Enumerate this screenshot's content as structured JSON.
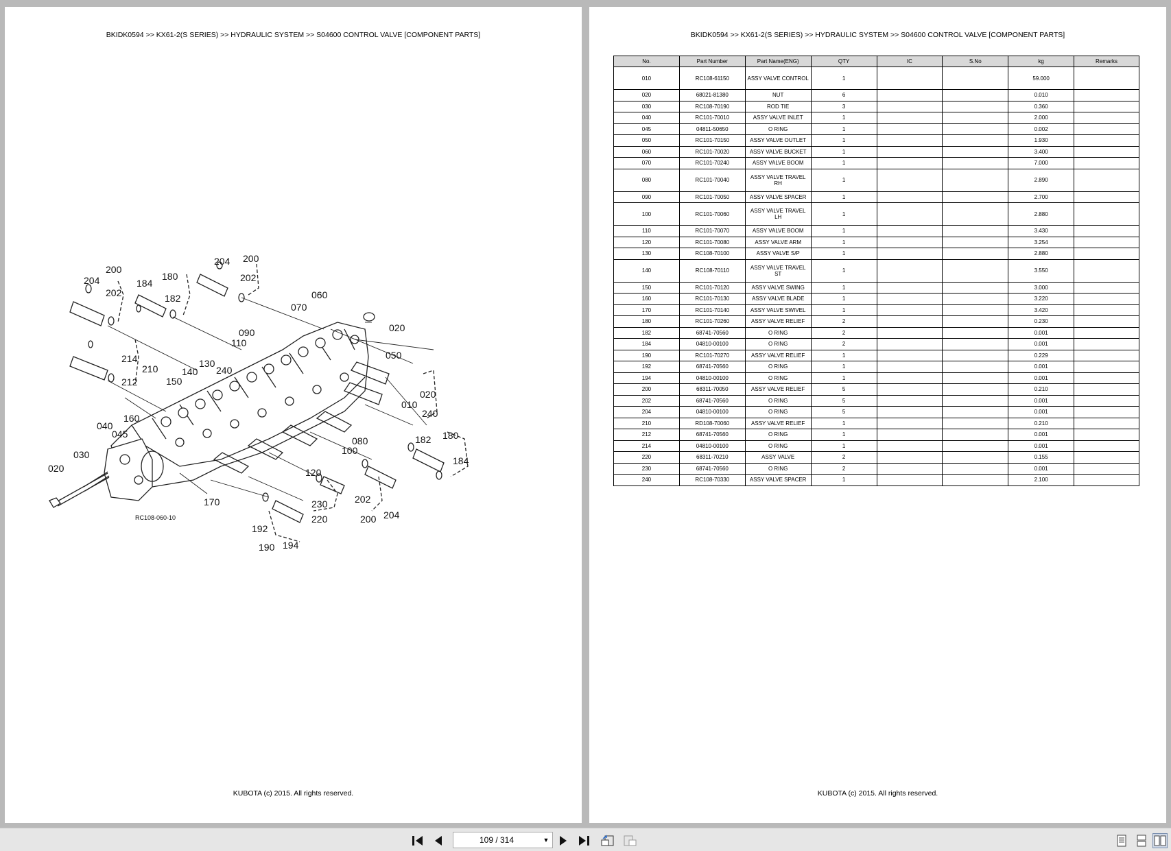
{
  "left_page": {
    "header": "BKIDK0594 >> KX61-2(S SERIES) >> HYDRAULIC SYSTEM >> S04600   CONTROL VALVE [COMPONENT PARTS]",
    "footer": "KUBOTA (c) 2015. All rights reserved.",
    "diagram_code": "RC108-060-10",
    "callouts": [
      "200",
      "204",
      "202",
      "184",
      "180",
      "182",
      "204",
      "200",
      "202",
      "060",
      "070",
      "020",
      "090",
      "110",
      "050",
      "214",
      "210",
      "212",
      "140",
      "130",
      "240",
      "150",
      "020",
      "010",
      "240",
      "160",
      "040",
      "045",
      "030",
      "020",
      "080",
      "100",
      "182",
      "180",
      "184",
      "120",
      "170",
      "202",
      "200",
      "204",
      "230",
      "220",
      "192",
      "190",
      "194"
    ]
  },
  "right_page": {
    "header": "BKIDK0594 >> KX61-2(S SERIES) >> HYDRAULIC SYSTEM >> S04600   CONTROL VALVE [COMPONENT PARTS]",
    "footer": "KUBOTA (c) 2015. All rights reserved.",
    "table": {
      "columns": [
        "No.",
        "Part Number",
        "Part Name(ENG)",
        "QTY",
        "IC",
        "S.No",
        "kg",
        "Remarks"
      ],
      "rows": [
        {
          "no": "010",
          "pn": "RC108-61150",
          "name": "ASSY VALVE CONTROL",
          "qty": "1",
          "kg": "59.000",
          "tall": true
        },
        {
          "no": "020",
          "pn": "68021-81380",
          "name": "NUT",
          "qty": "6",
          "kg": "0.010"
        },
        {
          "no": "030",
          "pn": "RC108-70190",
          "name": "ROD TIE",
          "qty": "3",
          "kg": "0.360"
        },
        {
          "no": "040",
          "pn": "RC101-70010",
          "name": "ASSY VALVE INLET",
          "qty": "1",
          "kg": "2.000"
        },
        {
          "no": "045",
          "pn": "04811-50650",
          "name": "O RING",
          "qty": "1",
          "kg": "0.002"
        },
        {
          "no": "050",
          "pn": "RC101-70150",
          "name": "ASSY VALVE OUTLET",
          "qty": "1",
          "kg": "1.930"
        },
        {
          "no": "060",
          "pn": "RC101-70020",
          "name": "ASSY VALVE BUCKET",
          "qty": "1",
          "kg": "3.400"
        },
        {
          "no": "070",
          "pn": "RC101-70240",
          "name": "ASSY VALVE BOOM",
          "qty": "1",
          "kg": "7.000"
        },
        {
          "no": "080",
          "pn": "RC101-70040",
          "name": "ASSY VALVE TRAVEL RH",
          "qty": "1",
          "kg": "2.890",
          "tall": true
        },
        {
          "no": "090",
          "pn": "RC101-70050",
          "name": "ASSY VALVE SPACER",
          "qty": "1",
          "kg": "2.700"
        },
        {
          "no": "100",
          "pn": "RC101-70060",
          "name": "ASSY VALVE TRAVEL LH",
          "qty": "1",
          "kg": "2.880",
          "tall": true
        },
        {
          "no": "110",
          "pn": "RC101-70070",
          "name": "ASSY VALVE BOOM",
          "qty": "1",
          "kg": "3.430"
        },
        {
          "no": "120",
          "pn": "RC101-70080",
          "name": "ASSY VALVE ARM",
          "qty": "1",
          "kg": "3.254"
        },
        {
          "no": "130",
          "pn": "RC108-70100",
          "name": "ASSY VALVE S/P",
          "qty": "1",
          "kg": "2.880"
        },
        {
          "no": "140",
          "pn": "RC108-70110",
          "name": "ASSY VALVE TRAVEL ST",
          "qty": "1",
          "kg": "3.550",
          "tall": true
        },
        {
          "no": "150",
          "pn": "RC101-70120",
          "name": "ASSY VALVE SWING",
          "qty": "1",
          "kg": "3.000"
        },
        {
          "no": "160",
          "pn": "RC101-70130",
          "name": "ASSY VALVE BLADE",
          "qty": "1",
          "kg": "3.220"
        },
        {
          "no": "170",
          "pn": "RC101-70140",
          "name": "ASSY VALVE SWIVEL",
          "qty": "1",
          "kg": "3.420"
        },
        {
          "no": "180",
          "pn": "RC101-70260",
          "name": "ASSY VALVE RELIEF",
          "qty": "2",
          "kg": "0.230"
        },
        {
          "no": "182",
          "pn": "68741-70560",
          "name": "O RING",
          "qty": "2",
          "kg": "0.001"
        },
        {
          "no": "184",
          "pn": "04810-00100",
          "name": "O RING",
          "qty": "2",
          "kg": "0.001"
        },
        {
          "no": "190",
          "pn": "RC101-70270",
          "name": "ASSY VALVE RELIEF",
          "qty": "1",
          "kg": "0.229"
        },
        {
          "no": "192",
          "pn": "68741-70560",
          "name": "O RING",
          "qty": "1",
          "kg": "0.001"
        },
        {
          "no": "194",
          "pn": "04810-00100",
          "name": "O RING",
          "qty": "1",
          "kg": "0.001"
        },
        {
          "no": "200",
          "pn": "68311-70050",
          "name": "ASSY VALVE RELIEF",
          "qty": "5",
          "kg": "0.210"
        },
        {
          "no": "202",
          "pn": "68741-70560",
          "name": "O RING",
          "qty": "5",
          "kg": "0.001"
        },
        {
          "no": "204",
          "pn": "04810-00100",
          "name": "O RING",
          "qty": "5",
          "kg": "0.001"
        },
        {
          "no": "210",
          "pn": "RD108-70060",
          "name": "ASSY VALVE RELIEF",
          "qty": "1",
          "kg": "0.210"
        },
        {
          "no": "212",
          "pn": "68741-70560",
          "name": "O RING",
          "qty": "1",
          "kg": "0.001"
        },
        {
          "no": "214",
          "pn": "04810-00100",
          "name": "O RING",
          "qty": "1",
          "kg": "0.001"
        },
        {
          "no": "220",
          "pn": "68311-70210",
          "name": "ASSY VALVE",
          "qty": "2",
          "kg": "0.155"
        },
        {
          "no": "230",
          "pn": "68741-70560",
          "name": "O RING",
          "qty": "2",
          "kg": "0.001"
        },
        {
          "no": "240",
          "pn": "RC108-70330",
          "name": "ASSY VALVE SPACER",
          "qty": "1",
          "kg": "2.100"
        }
      ]
    }
  },
  "toolbar": {
    "page_indicator": "109 / 314",
    "icons": [
      "first-page-icon",
      "prev-page-icon",
      "next-page-icon",
      "last-page-icon",
      "go-back-icon",
      "go-forward-icon",
      "single-page-view-icon",
      "continuous-view-icon",
      "two-page-view-icon"
    ]
  }
}
